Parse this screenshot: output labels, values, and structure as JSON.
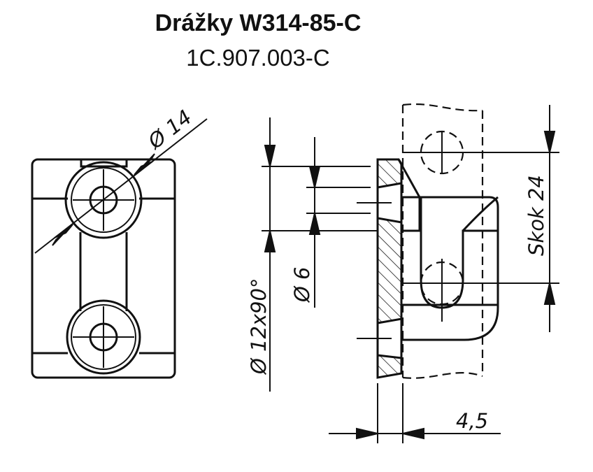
{
  "header": {
    "title": "Drážky W314-85-C",
    "subtitle": "1C.907.003-C"
  },
  "dimensions": {
    "hole_diameter": "Ø 14",
    "countersink": "Ø 12x90°",
    "bore": "Ø 6",
    "pitch": "Skok 24",
    "thickness": "4,5"
  },
  "colors": {
    "line": "#111111",
    "background": "#ffffff"
  }
}
